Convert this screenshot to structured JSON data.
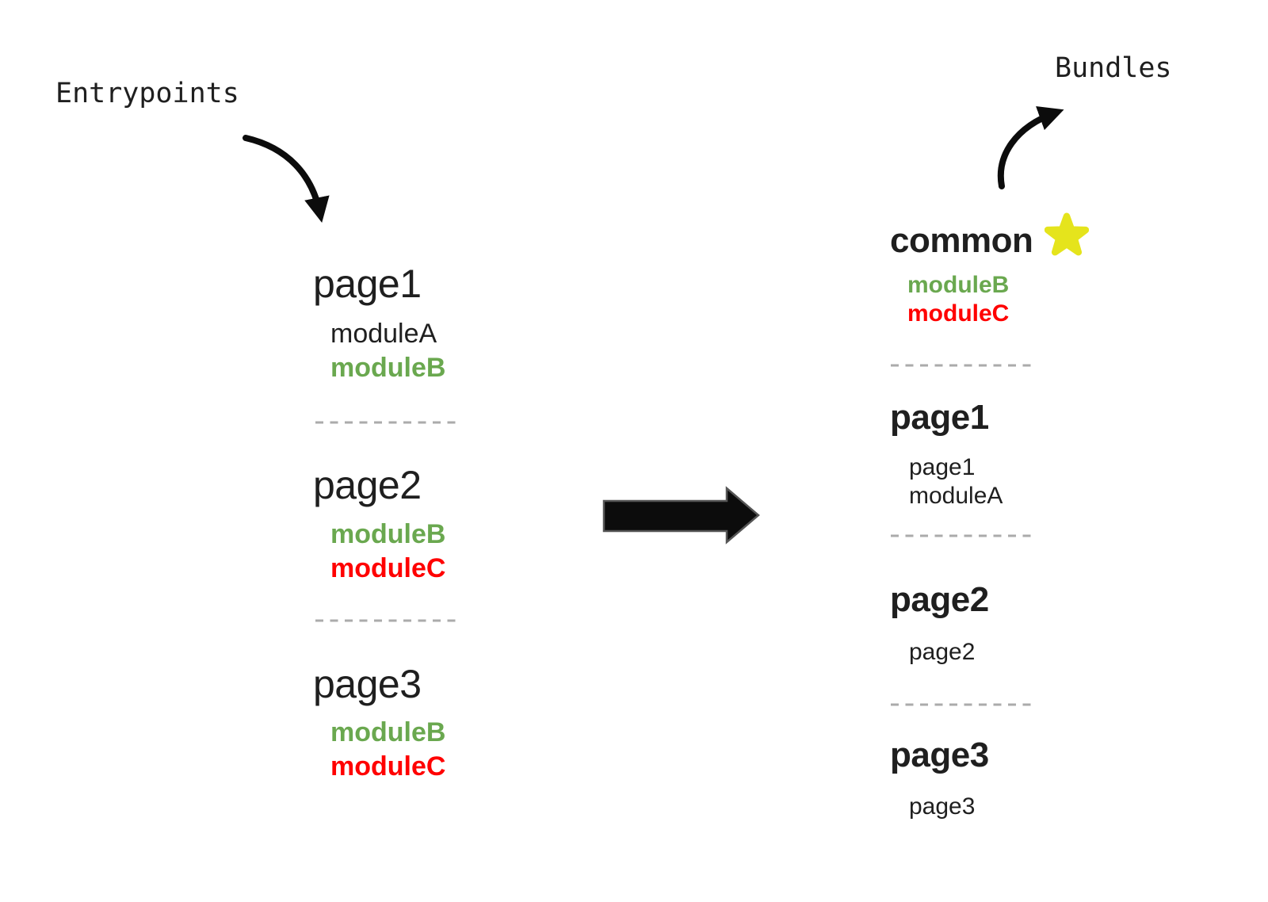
{
  "labels": {
    "entrypoints": "Entrypoints",
    "bundles": "Bundles"
  },
  "colors": {
    "text_black": "#1f1f1f",
    "module_green": "#6aa84f",
    "module_red": "#ff0000",
    "star_yellow": "#e5e41c",
    "divider_gray": "#ababab",
    "arrow_black": "#0c0c0c",
    "arrow_outline": "#555555"
  },
  "entrypoints": [
    {
      "name": "page1",
      "modules": [
        {
          "label": "moduleA",
          "color": "#1f1f1f"
        },
        {
          "label": "moduleB",
          "color": "#6aa84f"
        }
      ]
    },
    {
      "name": "page2",
      "modules": [
        {
          "label": "moduleB",
          "color": "#6aa84f"
        },
        {
          "label": "moduleC",
          "color": "#ff0000"
        }
      ]
    },
    {
      "name": "page3",
      "modules": [
        {
          "label": "moduleB",
          "color": "#6aa84f"
        },
        {
          "label": "moduleC",
          "color": "#ff0000"
        }
      ]
    }
  ],
  "bundles": [
    {
      "name": "common",
      "starred": true,
      "modules": [
        {
          "label": "moduleB",
          "color": "#6aa84f"
        },
        {
          "label": "moduleC",
          "color": "#ff0000"
        }
      ]
    },
    {
      "name": "page1",
      "starred": false,
      "modules": [
        {
          "label": "page1",
          "color": "#1f1f1f"
        },
        {
          "label": "moduleA",
          "color": "#1f1f1f"
        }
      ]
    },
    {
      "name": "page2",
      "starred": false,
      "modules": [
        {
          "label": "page2",
          "color": "#1f1f1f"
        }
      ]
    },
    {
      "name": "page3",
      "starred": false,
      "modules": [
        {
          "label": "page3",
          "color": "#1f1f1f"
        }
      ]
    }
  ]
}
